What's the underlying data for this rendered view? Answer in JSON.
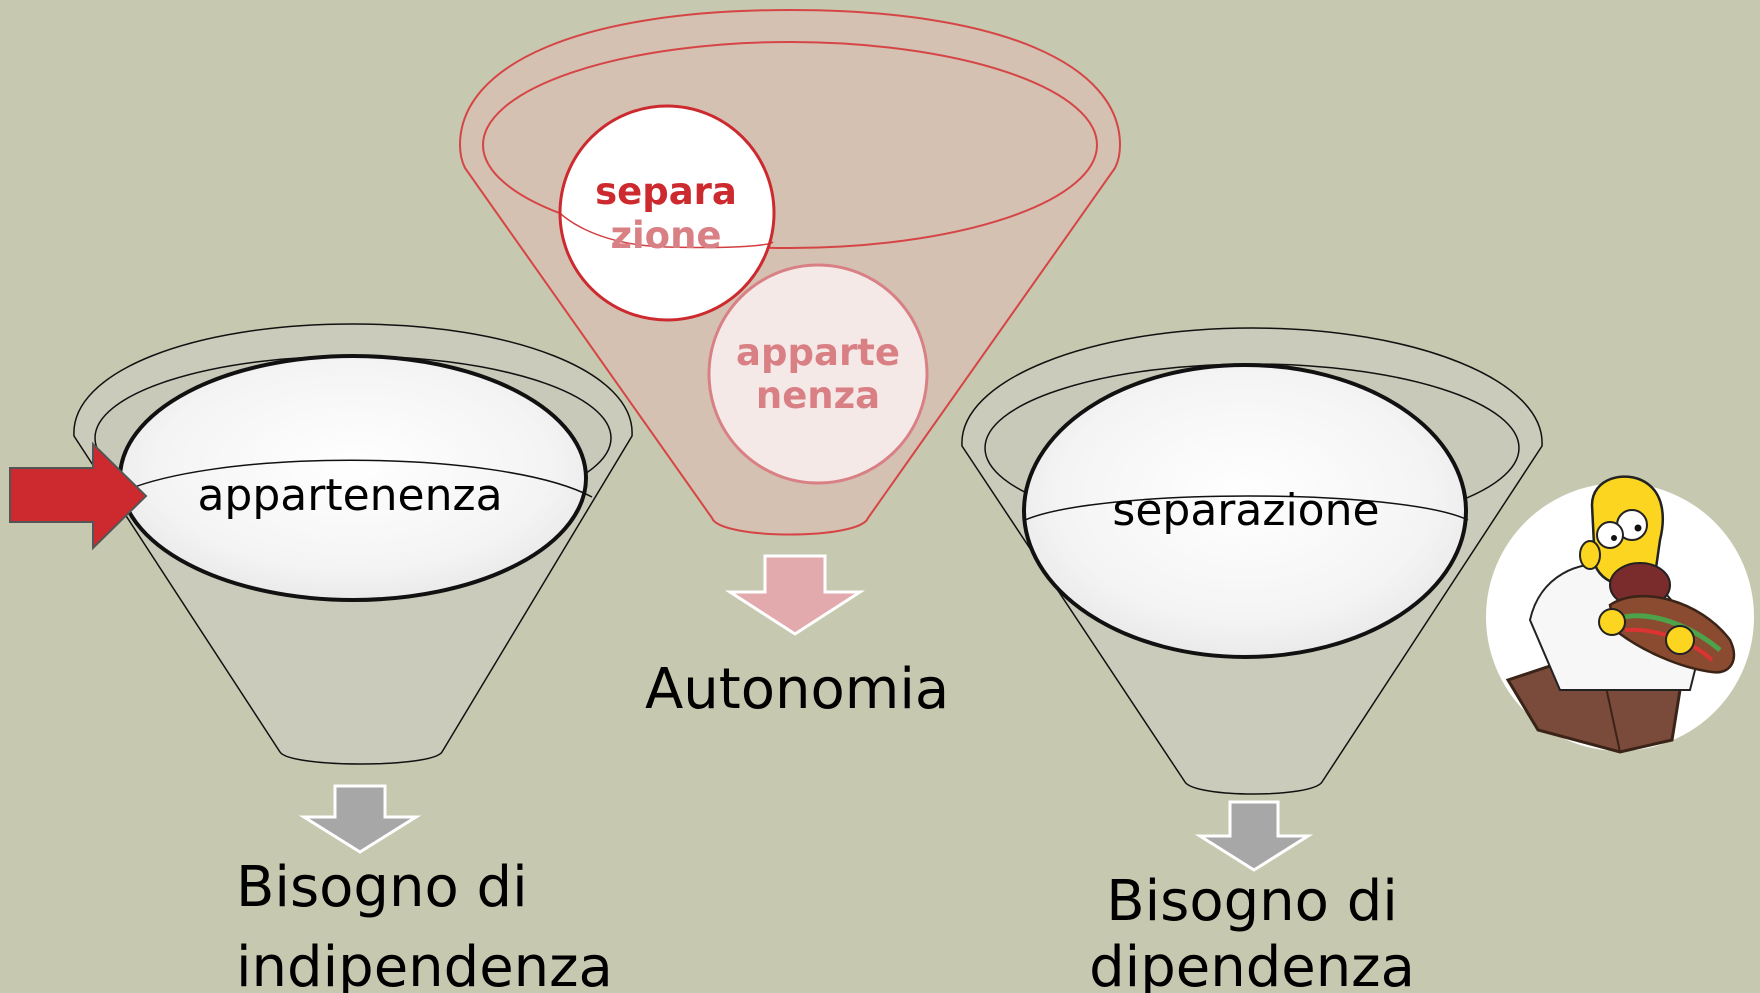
{
  "colors": {
    "background": "#c7c8b0",
    "funnel_gray": "#c8c8b8",
    "funnel_center": "#ffffff",
    "funnel_red_fill": "#d4c1b2",
    "funnel_red_line": "#d64545",
    "accent_red": "#cc2a2e",
    "circle_pink": "#d98085",
    "arrow_gray": "#a7a7a7",
    "arrow_pink": "#e3aaae"
  },
  "left_funnel": {
    "top_label": "appartenenza",
    "result_line1": "Bisogno di",
    "result_line2": "indipendenza"
  },
  "center_funnel": {
    "circle1_line1": "separa",
    "circle1_line2": "zione",
    "circle2_line1": "apparte",
    "circle2_line2": "nenza",
    "result": "Autonomia"
  },
  "right_funnel": {
    "top_label": "separazione",
    "result_line1": "Bisogno di",
    "result_line2": "dipendenza"
  },
  "icons": {
    "pointer": "red-arrow-icon",
    "cartoon": "cartoon-character-eating-icon"
  }
}
